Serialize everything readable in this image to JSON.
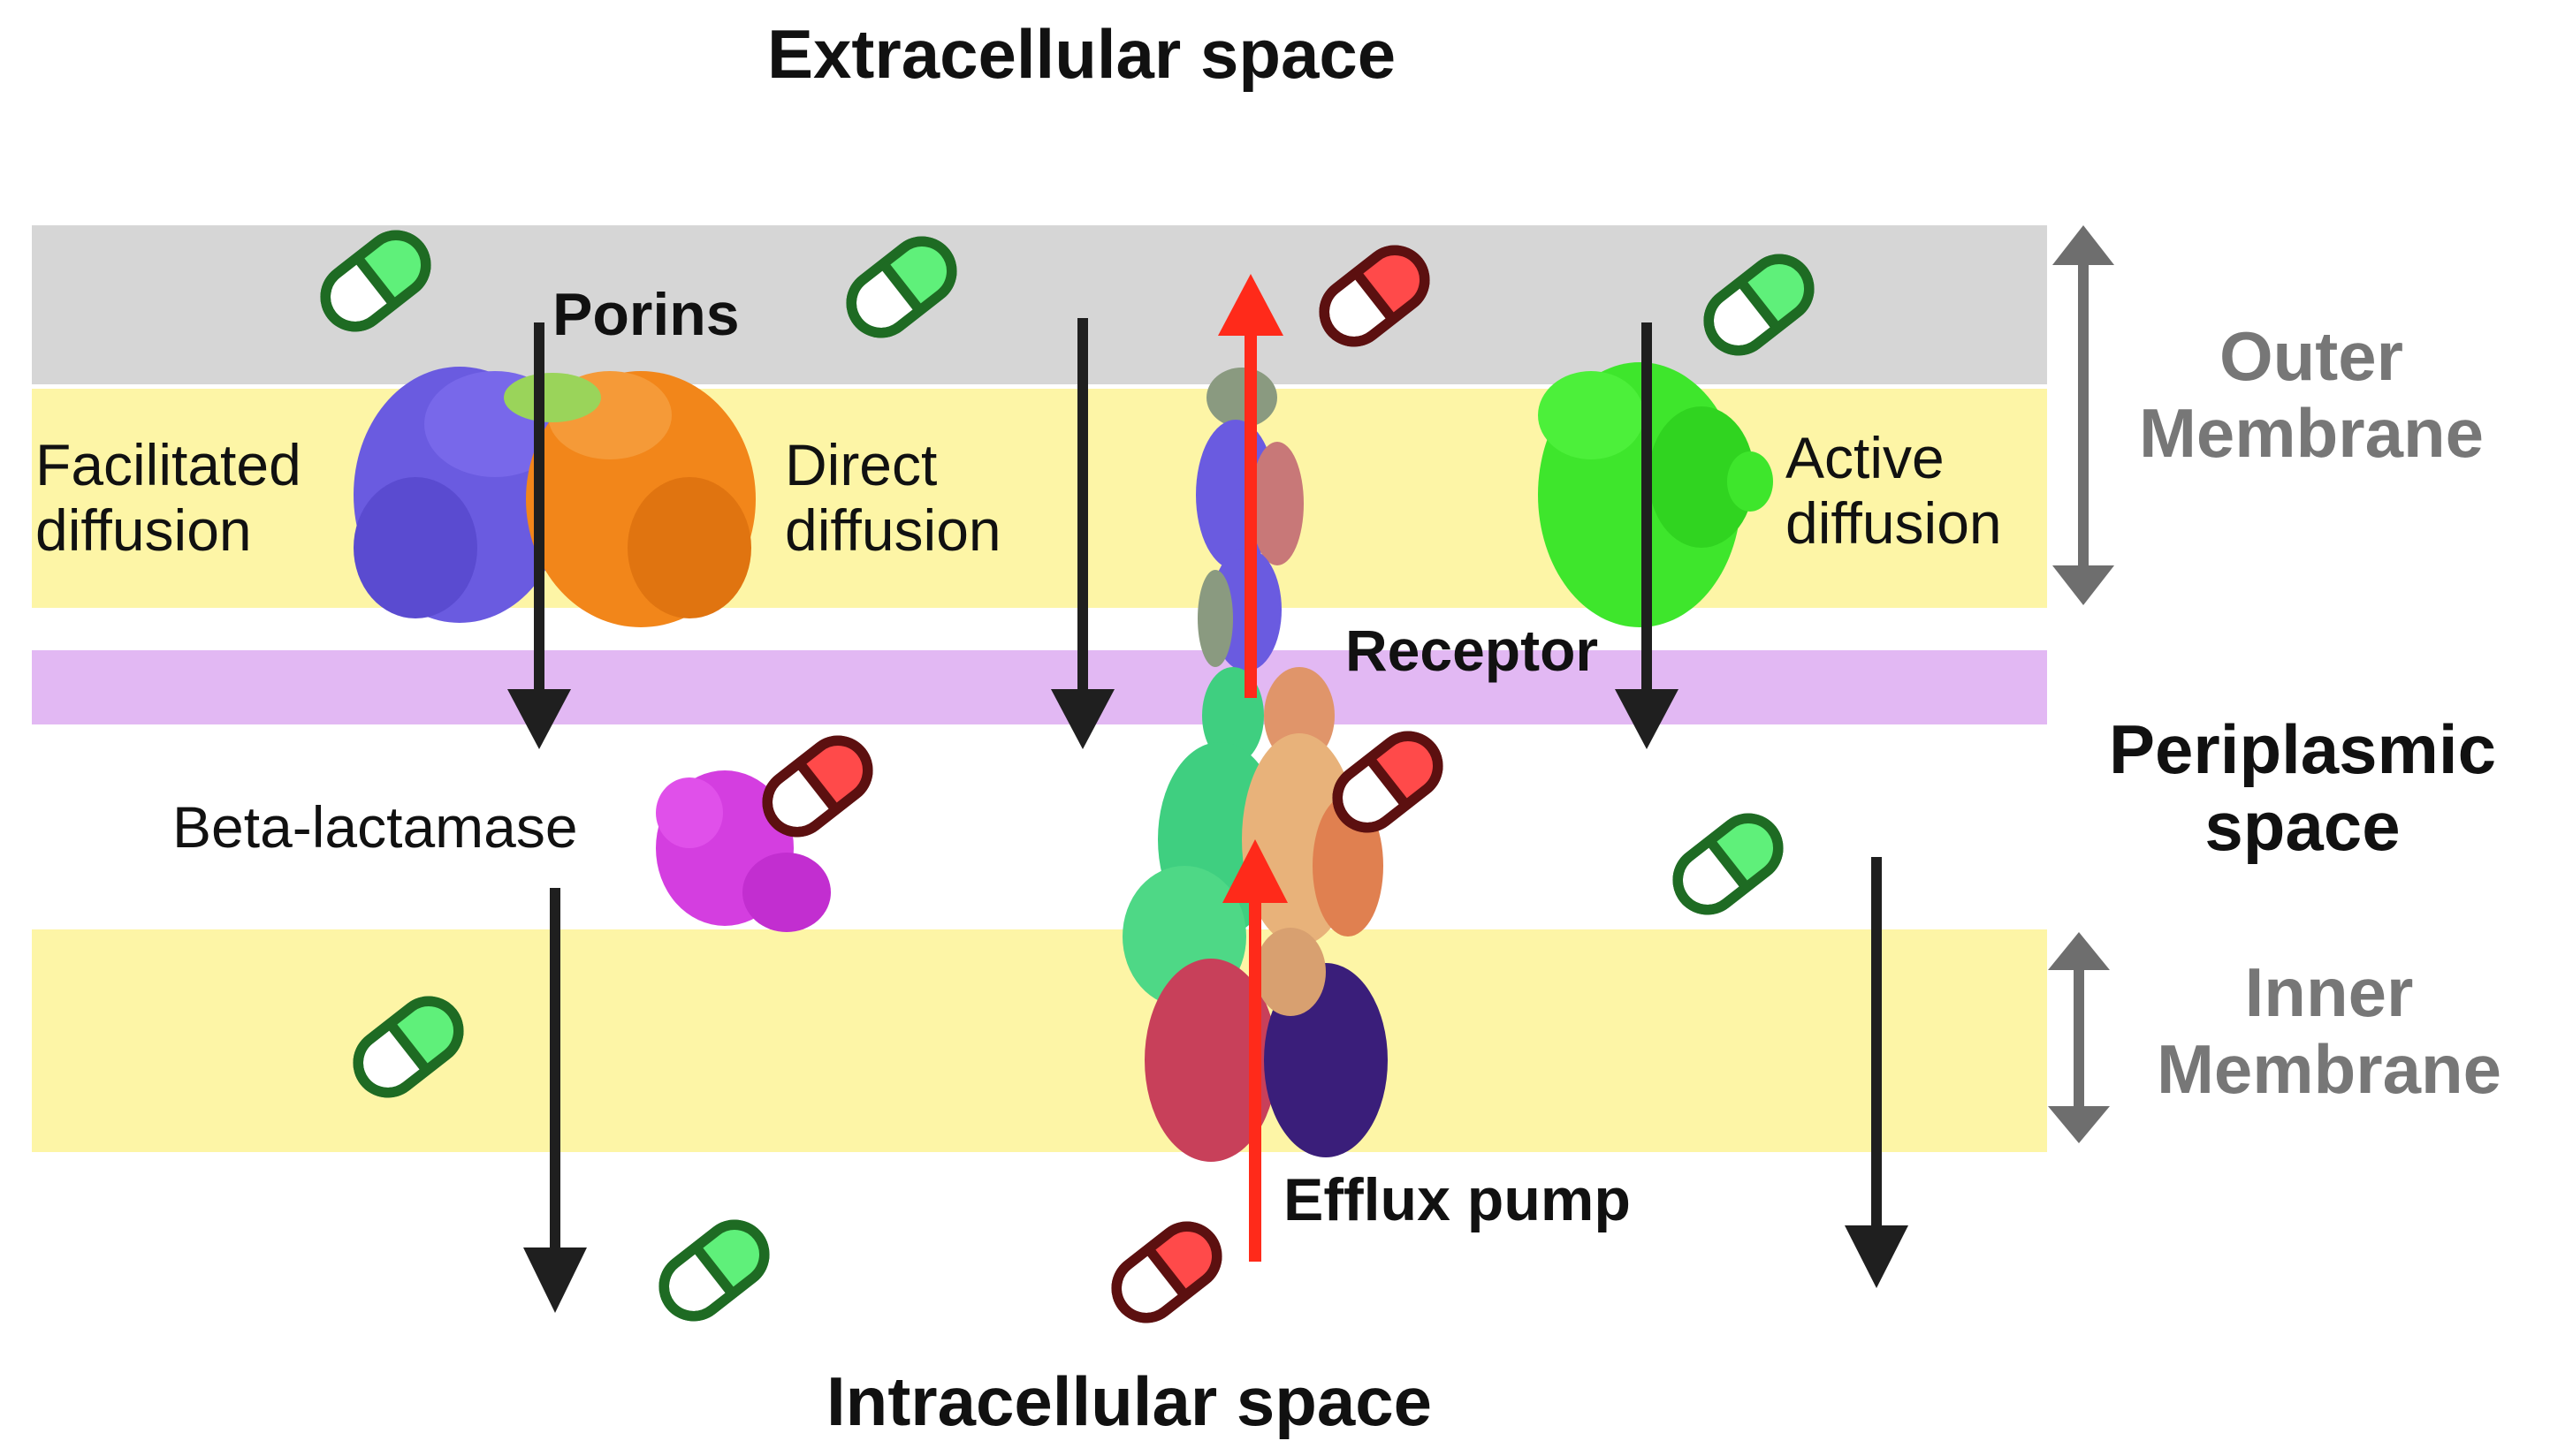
{
  "labels": {
    "extracellular": "Extracellular space",
    "intracellular": "Intracellular space",
    "porins": "Porins",
    "facilitated_line1": "Facilitated",
    "facilitated_line2": "diffusion",
    "direct_line1": "Direct",
    "direct_line2": "diffusion",
    "active_line1": "Active",
    "active_line2": "diffusion",
    "receptor": "Receptor",
    "beta_lactamase": "Beta-lactamase",
    "efflux_pump": "Efflux pump",
    "outer_membrane_line1": "Outer",
    "outer_membrane_line2": "Membrane",
    "inner_membrane_line1": "Inner",
    "inner_membrane_line2": "Membrane",
    "periplasmic_line1": "Periplasmic",
    "periplasmic_line2": "space"
  },
  "colors": {
    "outer_leaflet": "#d6d6d6",
    "membrane_yellow": "#fdf5a6",
    "receptor_band": "#e2b8f3",
    "arrow_black": "#1f1f1f",
    "arrow_red": "#ff2a1a",
    "bracket_grey": "#6e6e6e",
    "pill_green_light": "#5ff07a",
    "pill_green_border": "#1e6b23",
    "pill_red_light": "#ff4a4a",
    "pill_red_border": "#5c1010",
    "porin_blue": "#6a5be0",
    "porin_orange": "#f2861a",
    "active_green": "#3ee62c",
    "beta_lactamase_magenta": "#d43ee0",
    "pump_crimson": "#c8405a",
    "pump_purple": "#3a1e7a",
    "pump_teal": "#3fcf80",
    "pump_tan": "#e8b27a"
  },
  "pills": [
    {
      "id": "outer-green-1",
      "type": "green"
    },
    {
      "id": "outer-green-2",
      "type": "green"
    },
    {
      "id": "outer-red-1",
      "type": "red"
    },
    {
      "id": "outer-green-3",
      "type": "green"
    },
    {
      "id": "peri-red-1",
      "type": "red"
    },
    {
      "id": "peri-red-2",
      "type": "red"
    },
    {
      "id": "peri-green-1",
      "type": "green"
    },
    {
      "id": "inner-green-1",
      "type": "green"
    },
    {
      "id": "intra-green-1",
      "type": "green"
    },
    {
      "id": "intra-red-1",
      "type": "red"
    }
  ]
}
